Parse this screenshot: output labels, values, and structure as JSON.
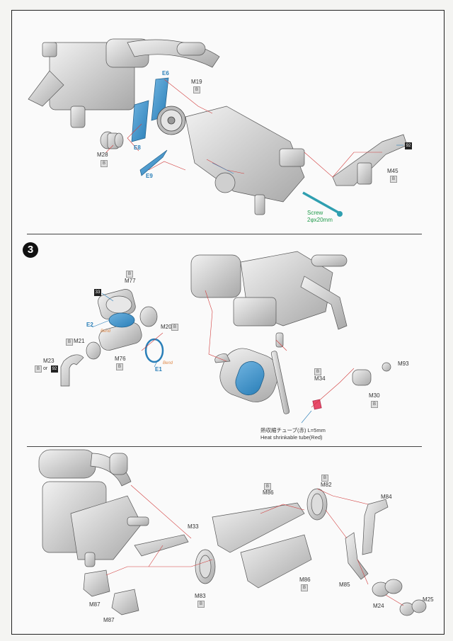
{
  "step1": {
    "labels": {
      "E6": "E6",
      "M19": "M19",
      "E8": "E8",
      "M28": "M28",
      "E9": "E9",
      "M45": "M45",
      "screw_name": "Screw",
      "screw_size": "2φx20mm"
    },
    "tags": {
      "M19": "B",
      "M28": "B",
      "M45": "B",
      "num92": "92"
    }
  },
  "step3": {
    "number": "3",
    "labels": {
      "M77": "M77",
      "E2": "E2",
      "bend1": "Bend",
      "M20": "M20",
      "M21": "M21",
      "M76": "M76",
      "E1": "E1",
      "bend2": "Bend",
      "M23": "M23",
      "or": "or",
      "M34": "M34",
      "M93": "M93",
      "M30": "M30",
      "heat_jp": "熱収縮チューブ(赤)  L=5mm",
      "heat_en": "Heat shrinkable tube(Red)"
    },
    "tags": {
      "num33": "33",
      "M77": "B",
      "M20": "B",
      "M21": "B",
      "M76": "B",
      "M23": "B",
      "num92": "92",
      "M34": "B",
      "M30": "B"
    }
  },
  "step4": {
    "labels": {
      "M86a": "M86",
      "M82": "M82",
      "M84": "M84",
      "M33": "M33",
      "M86b": "M86",
      "M85": "M85",
      "M83": "M83",
      "M87a": "M87",
      "M87b": "M87",
      "M24": "M24",
      "M25": "M25"
    },
    "tags": {
      "M86a": "B",
      "M82": "B",
      "M86b": "B",
      "M83": "B"
    }
  },
  "colors": {
    "accent_blue": "#2a7fb8",
    "screw_green": "#1f9a4a",
    "bend_orange": "#e08a4a",
    "leader_red": "#d23c3c"
  }
}
